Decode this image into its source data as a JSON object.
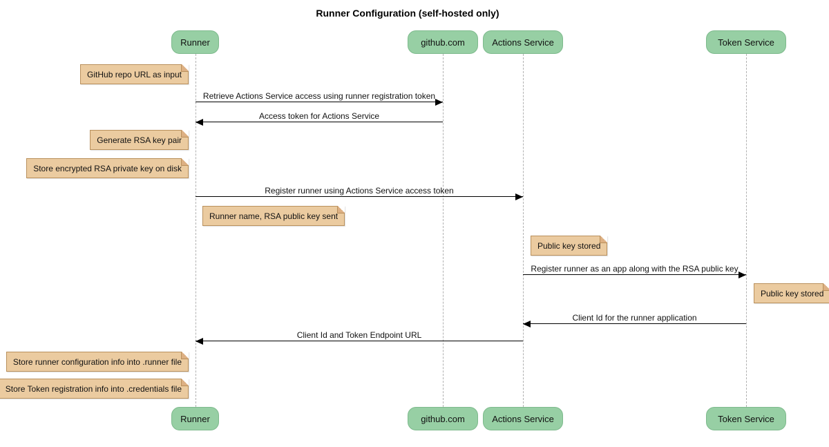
{
  "title": "Runner Configuration (self-hosted only)",
  "colors": {
    "background": "#ffffff",
    "participant_fill": "#97cfa4",
    "participant_border": "#7dba8c",
    "note_fill": "#ebcba0",
    "note_border": "#b9905c",
    "note_fold": "#ddb083",
    "lifeline": "#b0b0b0",
    "arrow": "#000000"
  },
  "participants": [
    {
      "label": "Runner"
    },
    {
      "label": "github.com"
    },
    {
      "label": "Actions Service"
    },
    {
      "label": "Token Service"
    }
  ],
  "notes": [
    {
      "text": "GitHub repo URL as input",
      "anchor": "Runner",
      "side": "left"
    },
    {
      "text": "Generate RSA key pair",
      "anchor": "Runner",
      "side": "left"
    },
    {
      "text": "Store encrypted RSA private key on disk",
      "anchor": "Runner",
      "side": "left"
    },
    {
      "text": "Runner name, RSA public key sent",
      "anchor": "Runner",
      "side": "right"
    },
    {
      "text": "Public key stored",
      "anchor": "Actions Service",
      "side": "right"
    },
    {
      "text": "Public key stored",
      "anchor": "Token Service",
      "side": "right"
    },
    {
      "text": "Store runner configuration info into .runner file",
      "anchor": "Runner",
      "side": "left"
    },
    {
      "text": "Store Token registration info into .credentials file",
      "anchor": "Runner",
      "side": "left"
    }
  ],
  "messages": [
    {
      "text": "Retrieve Actions Service access using runner registration token",
      "from": "Runner",
      "to": "github.com",
      "direction": "right"
    },
    {
      "text": "Access token for Actions Service",
      "from": "github.com",
      "to": "Runner",
      "direction": "left"
    },
    {
      "text": "Register runner using Actions Service access token",
      "from": "Runner",
      "to": "Actions Service",
      "direction": "right"
    },
    {
      "text": "Register runner as an app along with the RSA public key",
      "from": "Actions Service",
      "to": "Token Service",
      "direction": "right"
    },
    {
      "text": "Client Id for the runner application",
      "from": "Token Service",
      "to": "Actions Service",
      "direction": "left"
    },
    {
      "text": "Client Id and Token Endpoint URL",
      "from": "Actions Service",
      "to": "Runner",
      "direction": "left"
    }
  ]
}
